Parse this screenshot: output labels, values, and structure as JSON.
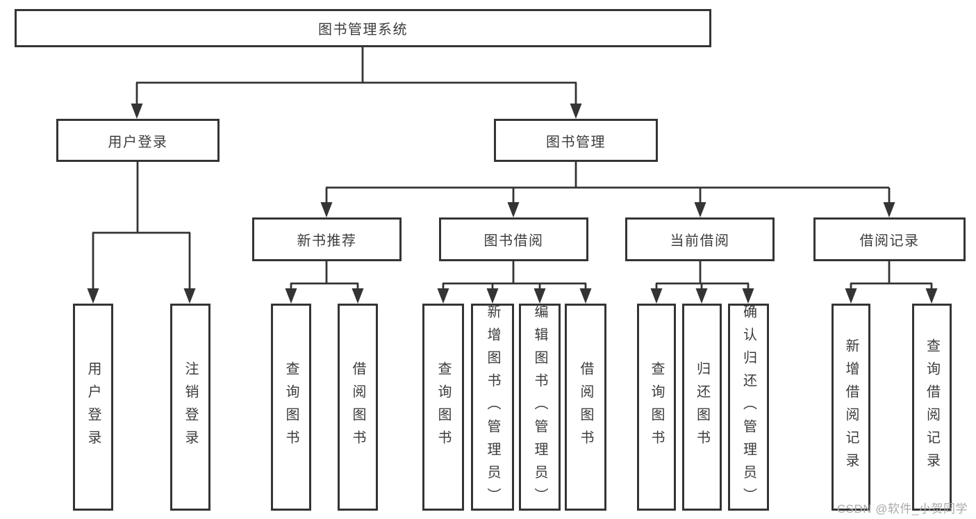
{
  "tree": {
    "root": "图书管理系统",
    "level2": [
      {
        "label": "用户登录",
        "leaves": [
          "用户登录",
          "注销登录"
        ]
      },
      {
        "label": "图书管理"
      }
    ],
    "level3": [
      {
        "label": "新书推荐",
        "leaves": [
          "查询图书",
          "借阅图书"
        ]
      },
      {
        "label": "图书借阅",
        "leaves": [
          "查询图书",
          "新增图书（管理员）",
          "编辑图书（管理员）",
          "借阅图书"
        ]
      },
      {
        "label": "当前借阅",
        "leaves": [
          "查询图书",
          "归还图书",
          "确认归还（管理员）"
        ]
      },
      {
        "label": "借阅记录",
        "leaves": [
          "新增借阅记录",
          "查询借阅记录"
        ]
      }
    ]
  },
  "watermark": "CSDN @软件_小贺同学",
  "colors": {
    "line": "#343434",
    "text": "#3c3c3c",
    "watermark": "#a9a9a9",
    "background": "#ffffff"
  }
}
